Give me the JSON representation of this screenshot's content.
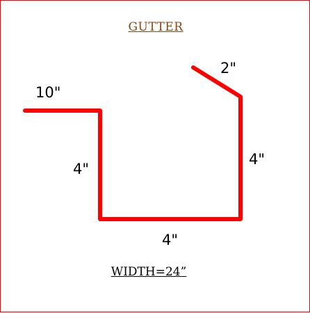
{
  "title": "GUTTER",
  "dimensions": {
    "flange_left": "10\"",
    "lip_top": "2\"",
    "side_left": "4\"",
    "side_right": "4\"",
    "bottom": "4\""
  },
  "total_width": "WIDTH=24”",
  "colors": {
    "border": "#ff0000",
    "profile_line": "#ff0000",
    "title": "#8b4513",
    "label": "#000000"
  }
}
